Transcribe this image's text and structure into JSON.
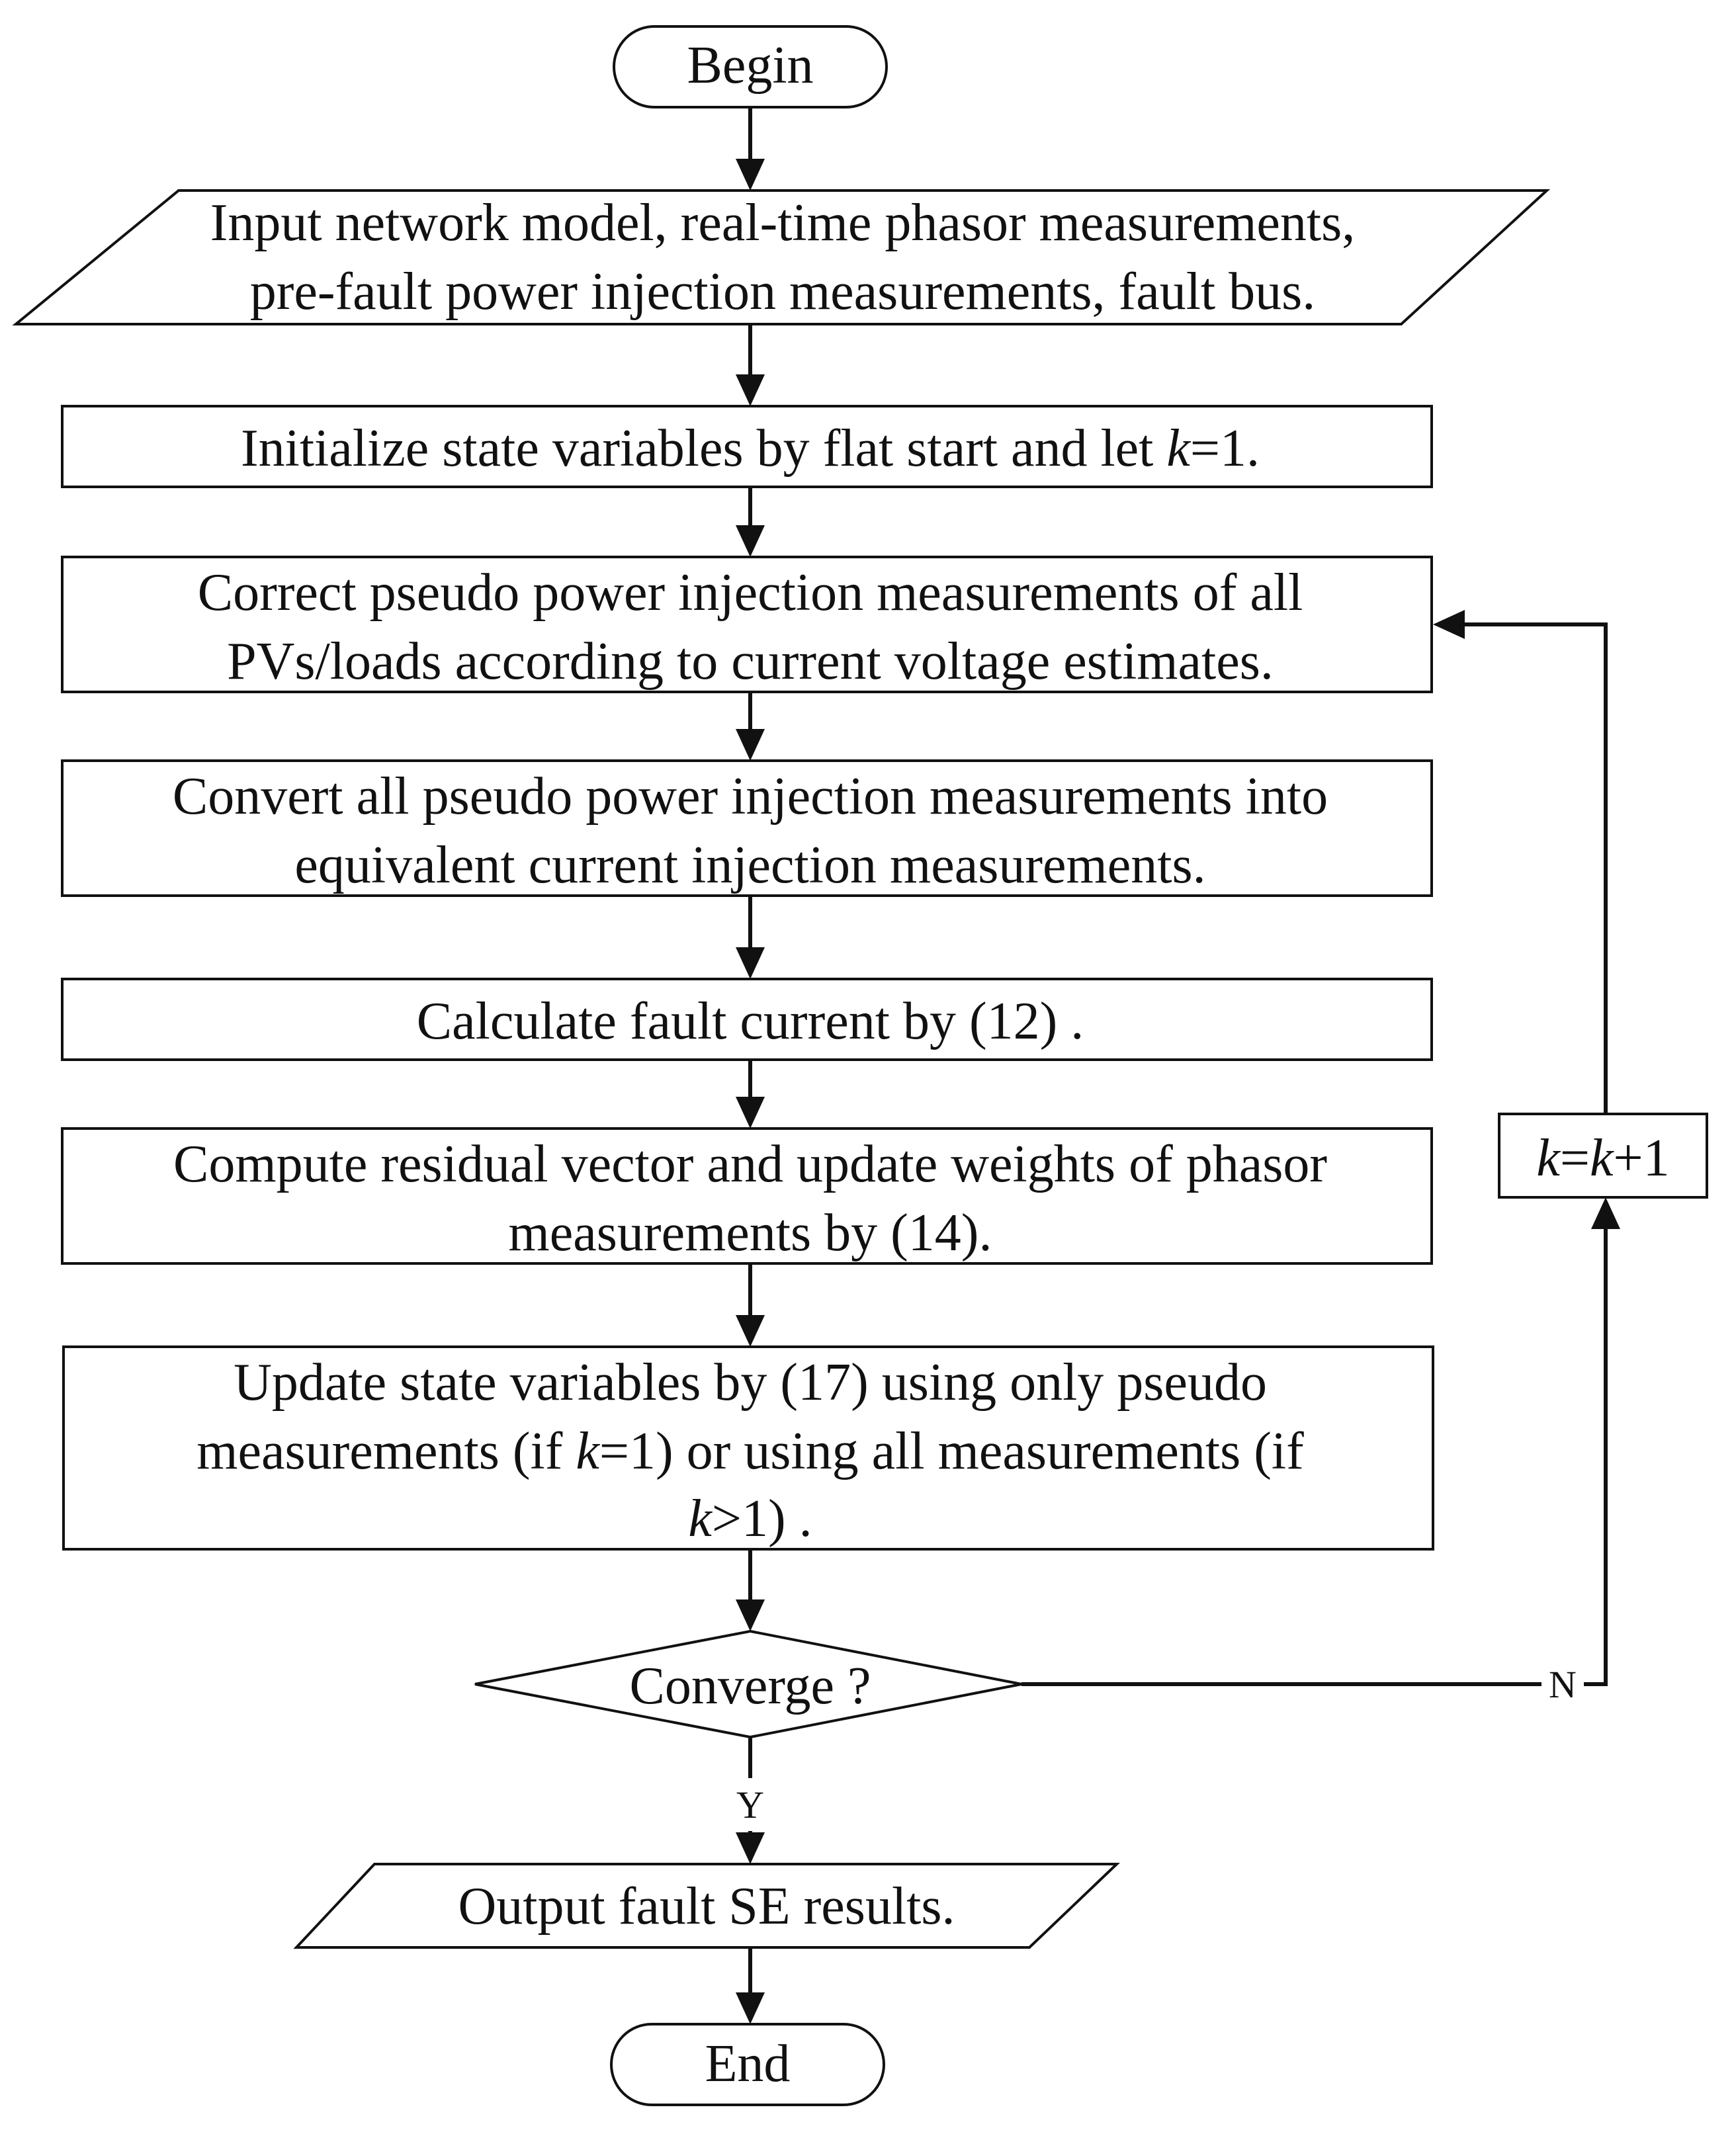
{
  "flowchart": {
    "begin": "Begin",
    "input": {
      "line1": "Input network model, real-time phasor measurements,",
      "line2": "pre-fault power injection measurements, fault bus."
    },
    "init": {
      "pre": "Initialize state variables by flat start and let ",
      "var": "k",
      "post": "=1."
    },
    "correct": {
      "line1": "Correct pseudo power injection measurements of all",
      "line2": "PVs/loads according to current voltage estimates."
    },
    "convert": {
      "line1": "Convert all pseudo power injection measurements into",
      "line2": "equivalent current injection measurements."
    },
    "fault_current": "Calculate fault current by (12) .",
    "residual": {
      "line1": "Compute residual vector and update weights of phasor",
      "line2": "measurements by (14)."
    },
    "update": {
      "line1": "Update state variables by (17) using only pseudo",
      "line2_pre": "measurements (if ",
      "line2_var": "k",
      "line2_post": "=1) or using all measurements (if",
      "line3_var": "k",
      "line3_post": ">1) ."
    },
    "decision": "Converge ?",
    "yes_label": "Y",
    "no_label": "N",
    "increment": {
      "var1": "k",
      "eq": "=",
      "var2": "k",
      "post": "+1"
    },
    "output": "Output fault SE results.",
    "end": "End"
  }
}
